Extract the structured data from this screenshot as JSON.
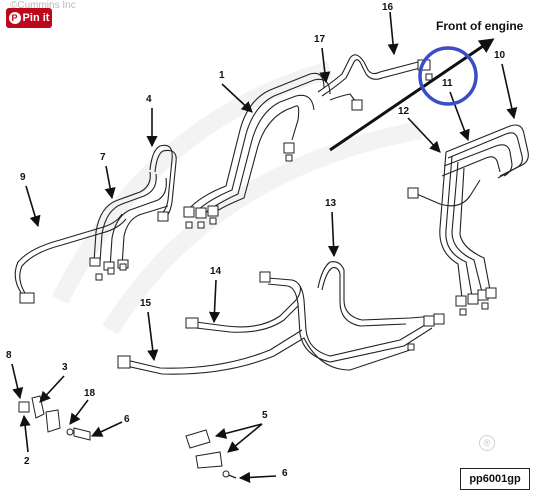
{
  "watermark": {
    "copyright": "©Cummins Inc"
  },
  "pin_button": {
    "label": "Pin it",
    "icon": "pinterest-icon"
  },
  "front_label": "Front of engine",
  "part_code": "pp6001gp",
  "registered_symbol": "®",
  "callouts": {
    "c1": "1",
    "c2": "2",
    "c3": "3",
    "c4": "4",
    "c5": "5",
    "c6a": "6",
    "c6b": "6",
    "c7": "7",
    "c8": "8",
    "c9": "9",
    "c10": "10",
    "c11": "11",
    "c12": "12",
    "c13": "13",
    "c14": "14",
    "c15": "15",
    "c16": "16",
    "c17": "17",
    "c18": "18"
  },
  "colors": {
    "highlight_circle": "#3a4dc4",
    "pin_red": "#bd081c",
    "line": "#222222"
  }
}
